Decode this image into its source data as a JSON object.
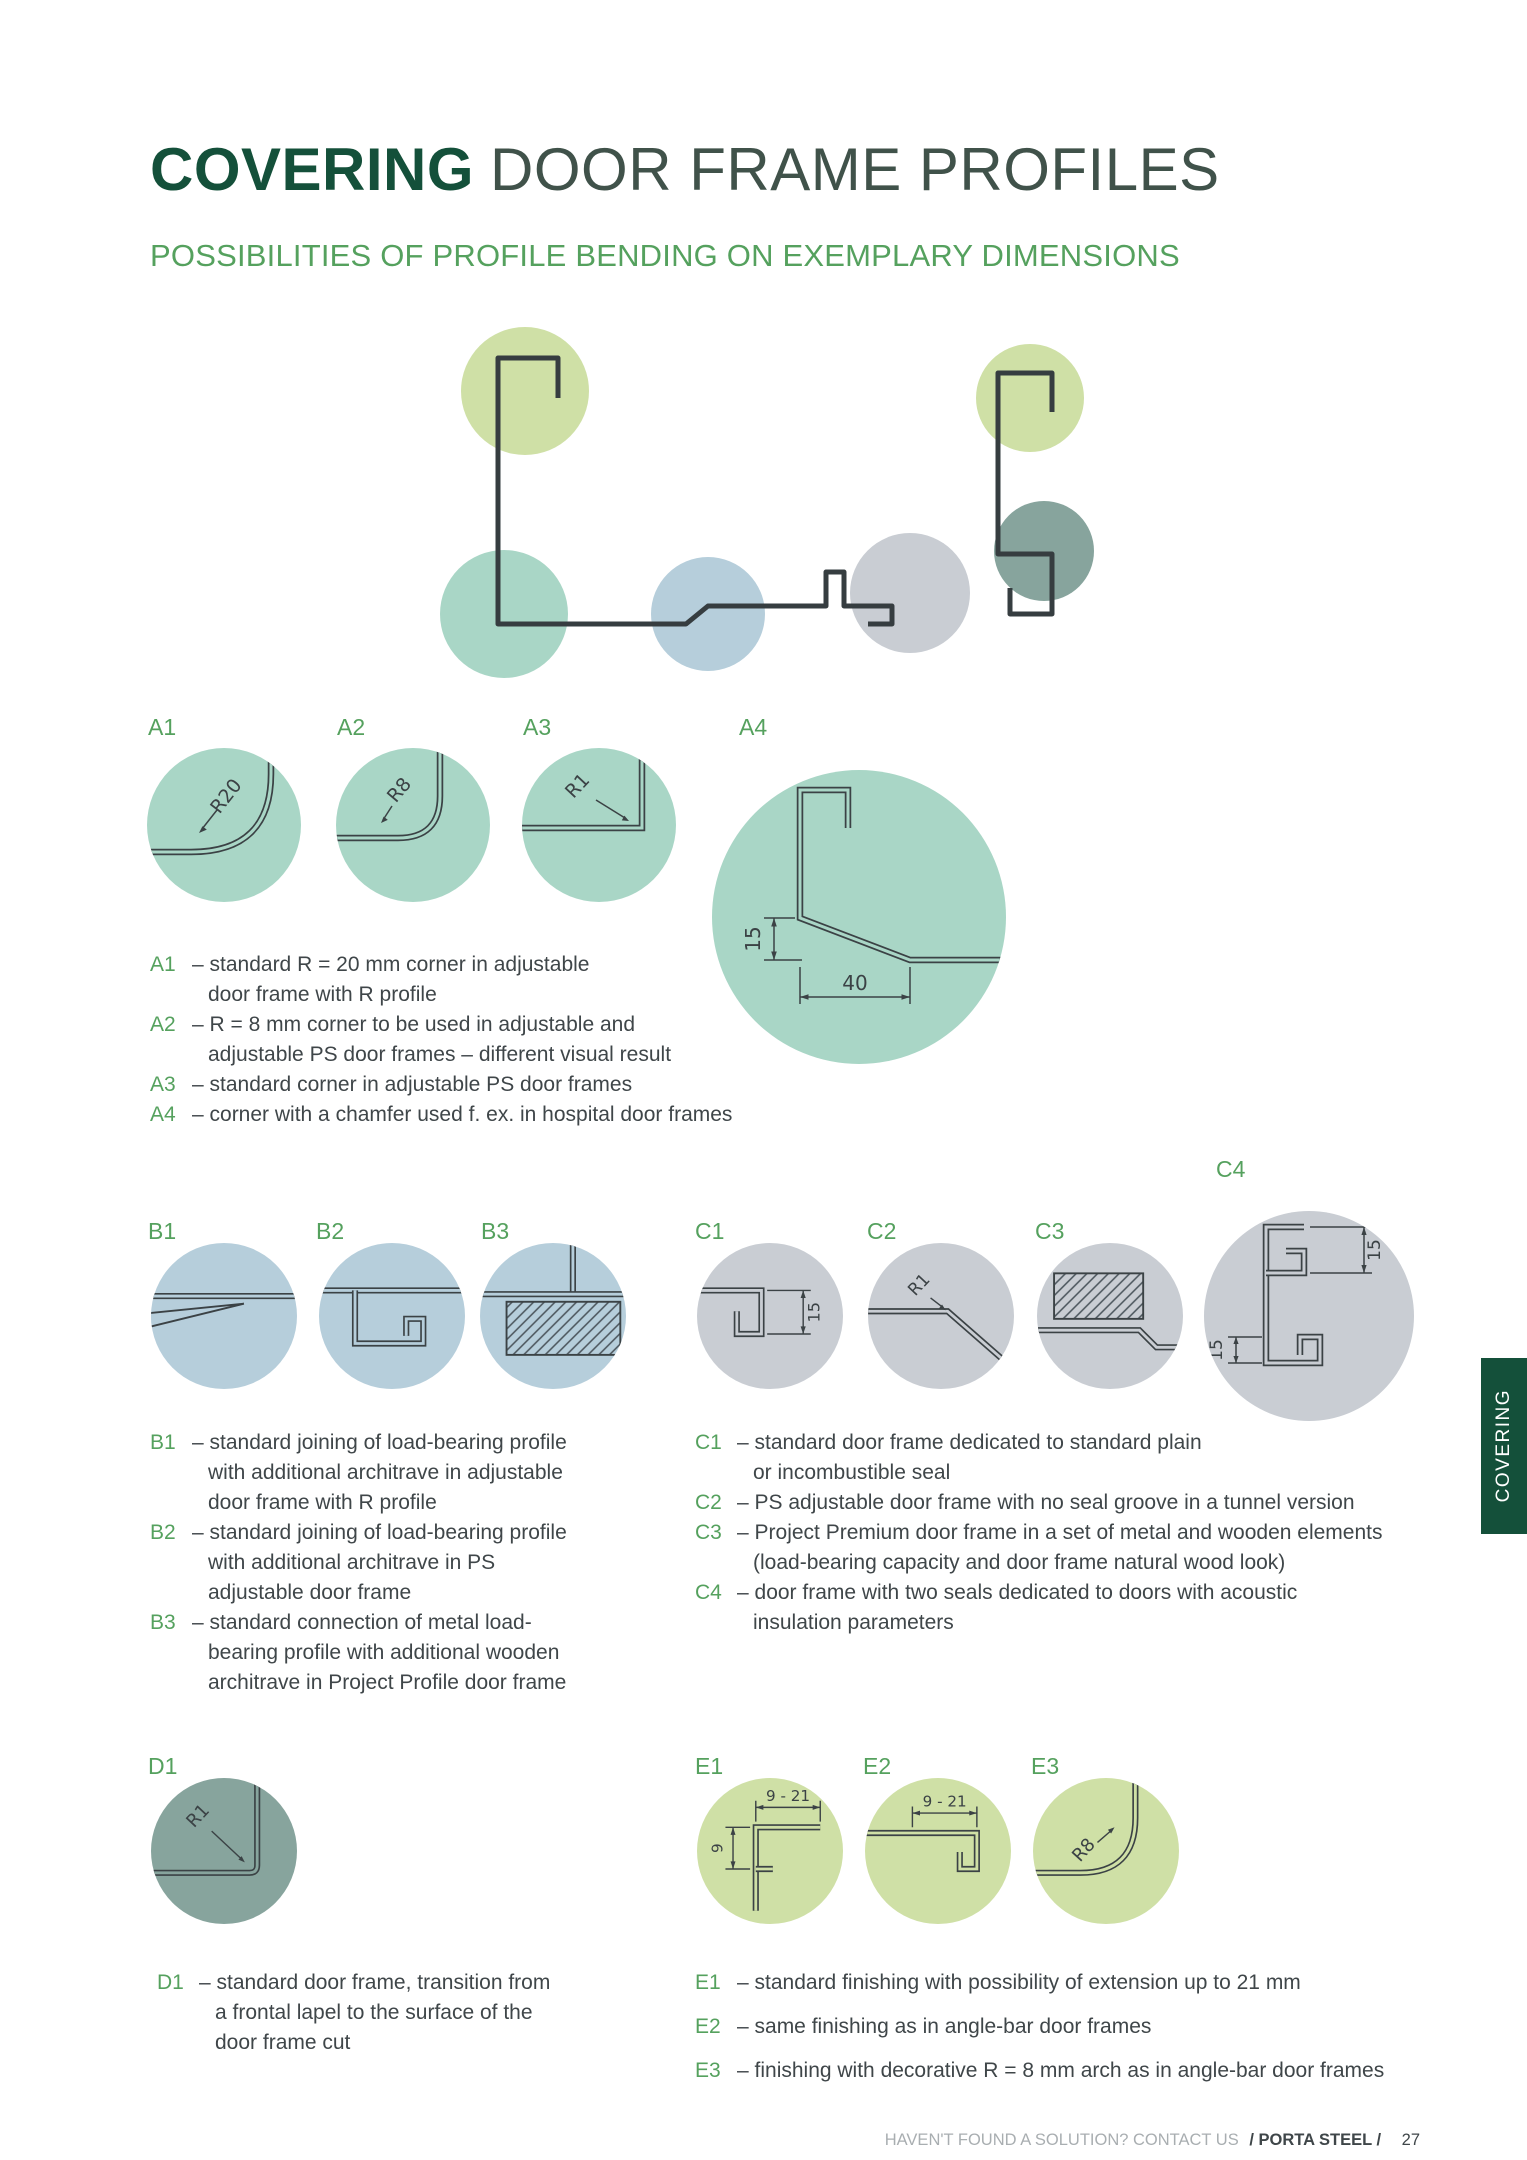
{
  "header": {
    "title_bold": "COVERING",
    "title_rest": "DOOR FRAME PROFILES",
    "subtitle": "POSSIBILITIES OF PROFILE BENDING ON EXEMPLARY DIMENSIONS"
  },
  "side_tab": {
    "label": "COVERING"
  },
  "footer": {
    "contact": "HAVEN'T FOUND A SOLUTION? CONTACT US",
    "brand": "/ PORTA STEEL /",
    "page_number": "27"
  },
  "colors": {
    "brand_dark_green": "#14503a",
    "accent_green": "#55a15e",
    "circle_teal": "#a9d6c6",
    "circle_blue": "#b6cedb",
    "circle_gray": "#c9cdd3",
    "circle_light_green": "#cfe0a6",
    "circle_dark_teal": "#87a49d",
    "drawing_line": "#3b4245",
    "body_text": "#3f4649"
  },
  "circles": {
    "a1": {
      "label": "A1",
      "dim": "R20"
    },
    "a2": {
      "label": "A2",
      "dim": "R8"
    },
    "a3": {
      "label": "A3",
      "dim": "R1"
    },
    "a4": {
      "label": "A4",
      "dim_vertical": "15",
      "dim_horizontal": "40"
    },
    "b1": {
      "label": "B1"
    },
    "b2": {
      "label": "B2"
    },
    "b3": {
      "label": "B3"
    },
    "c1": {
      "label": "C1",
      "dim": "15"
    },
    "c2": {
      "label": "C2",
      "dim": "R1"
    },
    "c3": {
      "label": "C3"
    },
    "c4": {
      "label": "C4",
      "dim_top": "15",
      "dim_bottom": "15"
    },
    "d1": {
      "label": "D1",
      "dim": "R1"
    },
    "e1": {
      "label": "E1",
      "dim_horizontal": "9 - 21",
      "dim_vertical": "9"
    },
    "e2": {
      "label": "E2",
      "dim_horizontal": "9 - 21"
    },
    "e3": {
      "label": "E3",
      "dim": "R8"
    }
  },
  "descriptions": {
    "a": [
      {
        "code": "A1",
        "text": "– standard R = 20 mm corner in adjustable\ndoor frame with R profile"
      },
      {
        "code": "A2",
        "text": "– R = 8 mm corner to be used in adjustable and\nadjustable PS door frames – different visual result"
      },
      {
        "code": "A3",
        "text": "– standard corner in adjustable PS door frames"
      },
      {
        "code": "A4",
        "text": "– corner with a chamfer used f. ex. in hospital door frames"
      }
    ],
    "b": [
      {
        "code": "B1",
        "text": "– standard joining of load-bearing profile\nwith additional architrave in adjustable\ndoor frame with R profile"
      },
      {
        "code": "B2",
        "text": "– standard joining of load-bearing profile\nwith additional architrave in PS\nadjustable door frame"
      },
      {
        "code": "B3",
        "text": "– standard connection of metal load-\nbearing profile with additional wooden\narchitrave in Project Profile door frame"
      }
    ],
    "c": [
      {
        "code": "C1",
        "text": "– standard door frame dedicated to standard plain\nor incombustible seal"
      },
      {
        "code": "C2",
        "text": "– PS adjustable door frame with no seal groove in a tunnel version"
      },
      {
        "code": "C3",
        "text": "– Project Premium door frame in a set of metal and wooden elements\n(load-bearing capacity and door frame natural wood look)"
      },
      {
        "code": "C4",
        "text": "– door frame with two seals dedicated to doors with acoustic\ninsulation parameters"
      }
    ],
    "d": [
      {
        "code": "D1",
        "text": "– standard door frame, transition from\na frontal lapel to the surface of the\ndoor frame cut"
      }
    ],
    "e": [
      {
        "code": "E1",
        "text": "– standard finishing with possibility of extension up to 21 mm"
      },
      {
        "code": "E2",
        "text": "– same finishing as in angle-bar door frames"
      },
      {
        "code": "E3",
        "text": "– finishing with decorative R = 8 mm arch as in angle-bar door frames"
      }
    ]
  }
}
